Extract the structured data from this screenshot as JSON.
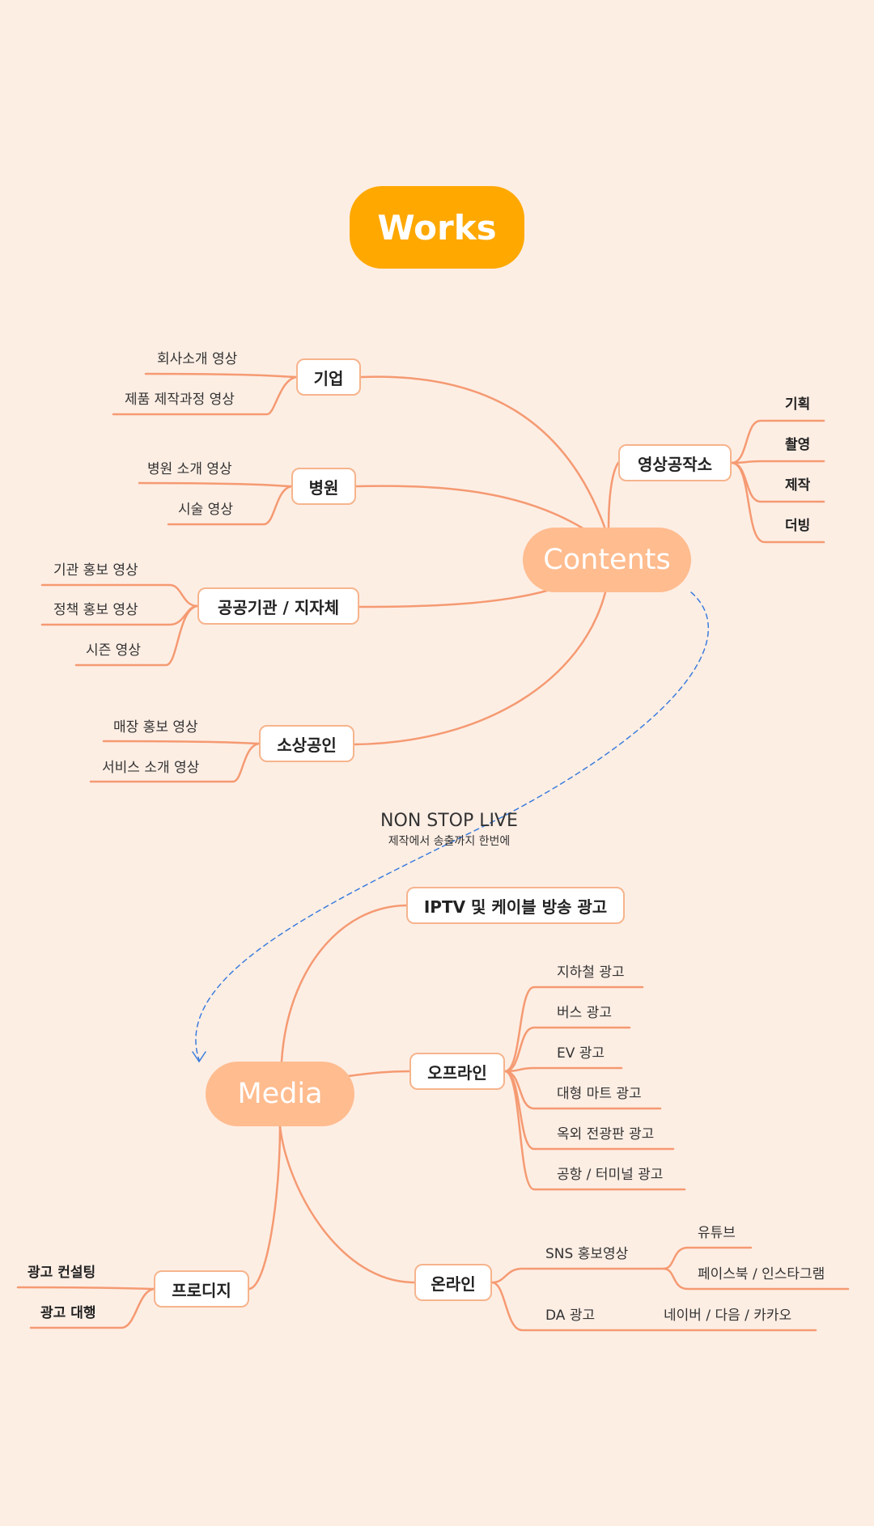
{
  "title": "Works",
  "contents": {
    "label": "Contents",
    "branches": [
      {
        "label": "기업",
        "leaves": [
          "회사소개 영상",
          "제품 제작과정 영상"
        ]
      },
      {
        "label": "병원",
        "leaves": [
          "병원 소개 영상",
          "시술 영상"
        ]
      },
      {
        "label": "공공기관 / 지자체",
        "leaves": [
          "기관 홍보 영상",
          "정책 홍보 영상",
          "시즌 영상"
        ]
      },
      {
        "label": "소상공인",
        "leaves": [
          "매장 홍보 영상",
          "서비스 소개 영상"
        ]
      },
      {
        "label": "영상공작소",
        "leaves": [
          "기획",
          "촬영",
          "제작",
          "더빙"
        ]
      }
    ]
  },
  "tagline": {
    "title": "NON STOP LIVE",
    "subtitle": "제작에서 송출까지 한번에"
  },
  "media": {
    "label": "Media",
    "branches": [
      {
        "label": "IPTV 및 케이블 방송 광고",
        "leaves": []
      },
      {
        "label": "오프라인",
        "leaves": [
          "지하철 광고",
          "버스 광고",
          "EV 광고",
          "대형 마트 광고",
          "옥외 전광판 광고",
          "공항 / 터미널 광고"
        ]
      },
      {
        "label": "온라인",
        "leaves": [
          "SNS 홍보영상",
          "DA 광고"
        ],
        "sub": {
          "sns": [
            "유튜브",
            "페이스북 / 인스타그램"
          ],
          "da": "네이버 / 다음 / 카카오"
        }
      },
      {
        "label": "프로디지",
        "leaves": [
          "광고 컨설팅",
          "광고 대행"
        ]
      }
    ]
  },
  "colors": {
    "background": "#fdeee4",
    "works": "#ffa800",
    "hub": "#ffbc8f",
    "line": "#f59a72",
    "dashed": "#3b7ddd"
  }
}
